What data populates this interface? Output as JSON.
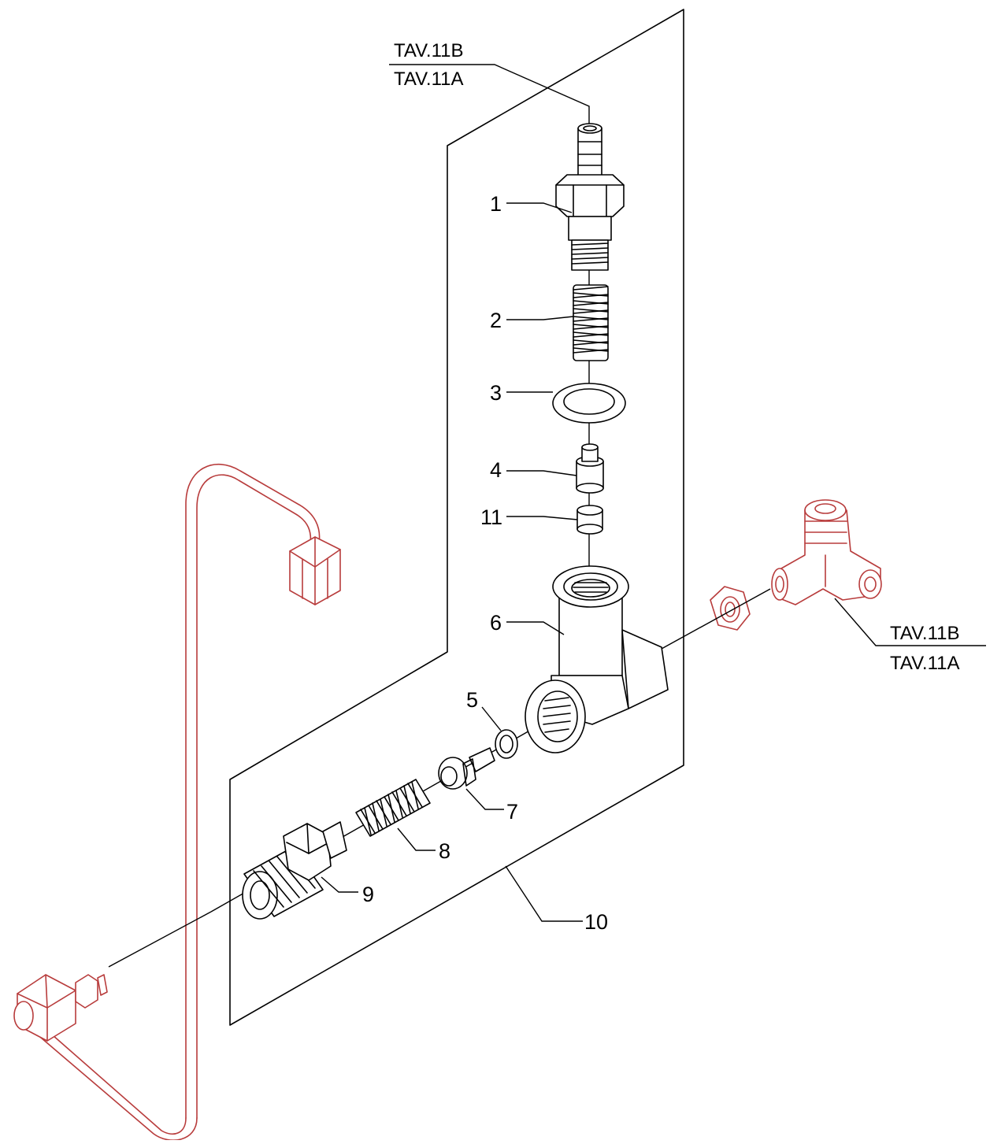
{
  "colors": {
    "ink": "#000000",
    "reference_parts": "#b83c3c",
    "background": "#ffffff"
  },
  "reference_top": {
    "upper": "TAV.11B",
    "lower": "TAV.11A"
  },
  "reference_right": {
    "upper": "TAV.11B",
    "lower": "TAV.11A"
  },
  "parts": [
    {
      "id": "p1",
      "label": "1",
      "name": "hose-fitting"
    },
    {
      "id": "p2",
      "label": "2",
      "name": "spring"
    },
    {
      "id": "p3",
      "label": "3",
      "name": "washer"
    },
    {
      "id": "p4",
      "label": "4",
      "name": "valve-seat"
    },
    {
      "id": "p5",
      "label": "5",
      "name": "o-ring"
    },
    {
      "id": "p6",
      "label": "6",
      "name": "valve-body"
    },
    {
      "id": "p7",
      "label": "7",
      "name": "valve-poppet"
    },
    {
      "id": "p8",
      "label": "8",
      "name": "spring"
    },
    {
      "id": "p9",
      "label": "9",
      "name": "threaded-connector"
    },
    {
      "id": "p10",
      "label": "10",
      "name": "valve-assembly"
    },
    {
      "id": "p11",
      "label": "11",
      "name": "seal-insert"
    }
  ]
}
